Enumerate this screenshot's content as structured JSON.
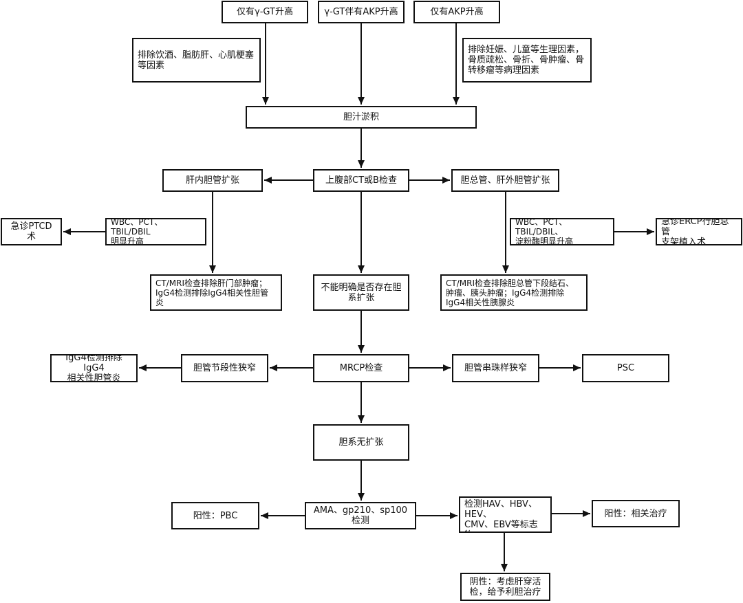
{
  "nodes": {
    "only_ggt": "仅有γ-GT升高",
    "ggt_akp": "γ-GT伴有AKP升高",
    "only_akp": "仅有AKP升高",
    "exclude_alcohol": "排除饮酒、脂肪肝、心肌梗塞等因素",
    "exclude_physio": "排除妊娠、儿童等生理因素，骨质疏松、骨折、骨肿瘤、骨转移瘤等病理因素",
    "cholestasis": "胆汁淤积",
    "ct_exam": "上腹部CT或B检查",
    "intrahepatic_dilation": "肝内胆管扩张",
    "extrahepatic_dilation": "胆总管、肝外胆管扩张",
    "wbc_left": "WBC、PCT、TBIL/DBIL\n明显升高",
    "ptcd": "急诊PTCD术",
    "wbc_right": "WBC、PCT、TBIL/DBIL、\n淀粉酶明显升高",
    "ercp": "急诊ERCP行胆总管\n支架植入术",
    "ct_mri_left": "CT/MRI检查排除肝门部肿瘤；\nIgG4检测排除IgG4相关性胆管炎",
    "uncertain": "不能明确是否存在胆系扩张",
    "ct_mri_right": "CT/MRI检查排除胆总管下段结石、\n肿瘤、胰头肿瘤；IgG4检测排除\nIgG4相关性胰腺炎",
    "igg4_cholangitis": "IgG4检测排除IgG4\n相关性胆管炎",
    "segmental_stricture": "胆管节段性狭窄",
    "mrcp": "MRCP检查",
    "beaded_stricture": "胆管串珠样狭窄",
    "psc": "PSC",
    "no_dilation": "胆系无扩张",
    "positive_pbc": "阳性：PBC",
    "ama_test": "AMA、gp210、sp100检测",
    "negative_drug": "阴性：询问用药史，\n检测HAV、HBV、HEV、\nCMV、EBV等标志物",
    "positive_related": "阳性：相关治疗",
    "negative_biopsy": "阴性：考虑肝穿活\n检，给予利胆治疗"
  },
  "colors": {
    "line": "#111111",
    "box_border": "#111111",
    "background": "#ffffff"
  }
}
